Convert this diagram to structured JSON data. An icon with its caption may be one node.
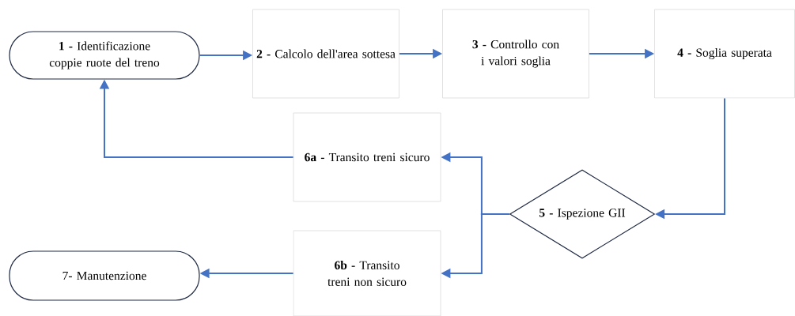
{
  "diagram": {
    "nodes": [
      {
        "text": [
          "**1 -** Identificazione coppie ruote del treno"
        ]
      },
      {
        "text": [
          "**2 -** Calcolo dell'area sottesa"
        ]
      },
      {
        "text": [
          "**3 -** Controllo con i valori soglia"
        ]
      },
      {
        "text": [
          "**4 -** Soglia superata"
        ]
      },
      {
        "text": [
          "**5 -** Ispezione GII"
        ]
      },
      {
        "text": [
          "**6a -** Transito treni sicuro"
        ]
      },
      {
        "text": [
          "**6b -** Transito treni non sicuro"
        ]
      },
      {
        "text": [
          "7- Manutenzione"
        ]
      }
    ],
    "edges": [
      {
        "from": 0,
        "to": 1,
        "arrow": "to"
      },
      {
        "from": 1,
        "to": 2,
        "arrow": "to"
      },
      {
        "from": 2,
        "to": 3,
        "arrow": "to"
      },
      {
        "from": 3,
        "to": 4,
        "arrow": "to"
      },
      {
        "from": 4,
        "to": 5,
        "arrow": "to"
      },
      {
        "from": 4,
        "to": 6,
        "arrow": "to"
      },
      {
        "from": 5,
        "to": 0,
        "arrow": "to"
      },
      {
        "from": 6,
        "to": 7,
        "arrow": "to"
      }
    ]
  }
}
